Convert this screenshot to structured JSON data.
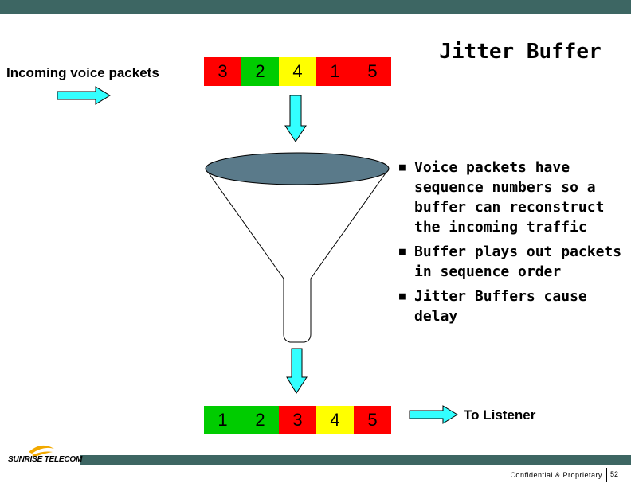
{
  "slide": {
    "title": "Jitter Buffer",
    "incoming_label": "Incoming voice packets",
    "listener_label": "To Listener",
    "page_number": "52",
    "footer": "Confidential & Proprietary",
    "logo_text": "SUNRISE TELECOM"
  },
  "incoming_packets": [
    {
      "label": "3",
      "color": "#ff0000"
    },
    {
      "label": "2",
      "color": "#00cc00"
    },
    {
      "label": "4",
      "color": "#ffff00"
    },
    {
      "label": "1",
      "color": "#ff0000"
    },
    {
      "label": "5",
      "color": "#ff0000"
    }
  ],
  "outgoing_packets": [
    {
      "label": "1",
      "color": "#00cc00"
    },
    {
      "label": "2",
      "color": "#00cc00"
    },
    {
      "label": "3",
      "color": "#ff0000"
    },
    {
      "label": "4",
      "color": "#ffff00"
    },
    {
      "label": "5",
      "color": "#ff0000"
    }
  ],
  "bullets": [
    "Voice packets have sequence numbers so a buffer can reconstruct the incoming traffic",
    "Buffer plays out packets in sequence order",
    "Jitter Buffers cause delay"
  ],
  "colors": {
    "bar": "#3d6663",
    "arrow_fill": "#33ffff",
    "funnel_top": "#5a7a8a",
    "logo": "#f2a900"
  }
}
